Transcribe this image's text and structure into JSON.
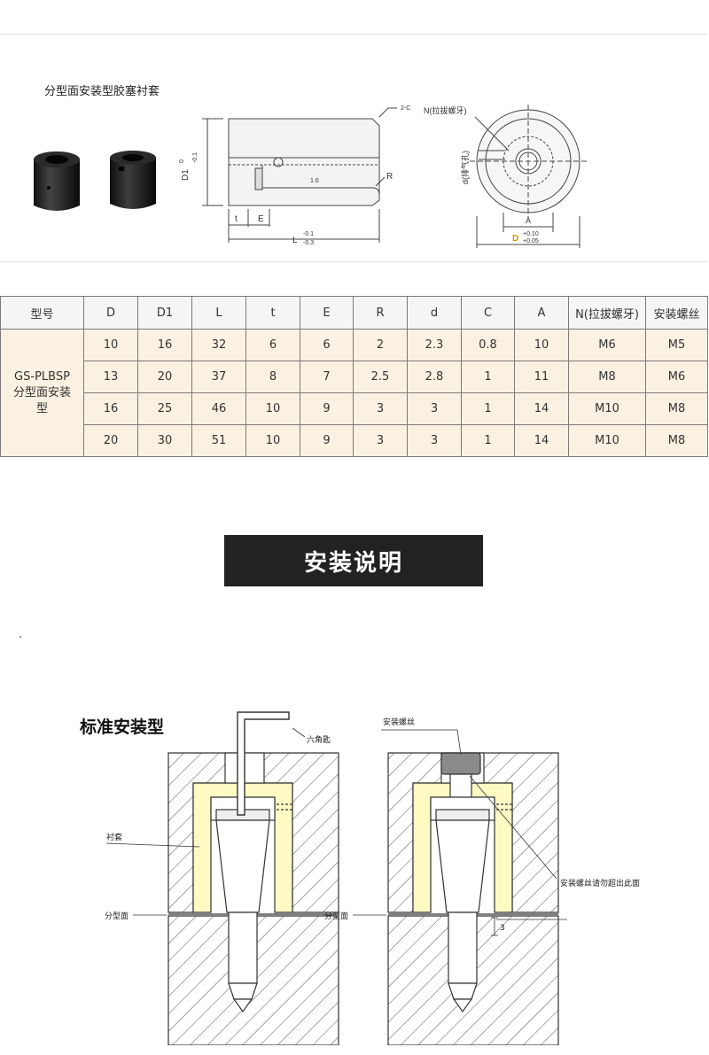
{
  "header": {
    "product_name": "分型面安装型胶塞衬套"
  },
  "drawing": {
    "chamfer": "2-C",
    "d1_tol_top": "0",
    "d1_tol_bot": "-0.1",
    "d1_label": "D1",
    "roughness": "1.6",
    "r_label": "R",
    "t_label": "t",
    "e_label": "E",
    "l_label": "L",
    "l_tol_top": "-0.1",
    "l_tol_bot": "-0.3",
    "n_label": "N(拉拔螺牙)",
    "d_label": "d(排气孔)",
    "a_label": "A",
    "big_d_label": "D",
    "d_tol_top": "+0.10",
    "d_tol_bot": "+0.05"
  },
  "table": {
    "headers": [
      "型号",
      "D",
      "D1",
      "L",
      "t",
      "E",
      "R",
      "d",
      "C",
      "A",
      "N(拉拔螺牙)",
      "安装螺丝"
    ],
    "model_lines": [
      "GS-PLBSP",
      "分型面安装",
      "型"
    ],
    "rows": [
      [
        "10",
        "16",
        "32",
        "6",
        "6",
        "2",
        "2.3",
        "0.8",
        "10",
        "M6",
        "M5"
      ],
      [
        "13",
        "20",
        "37",
        "8",
        "7",
        "2.5",
        "2.8",
        "1",
        "11",
        "M8",
        "M6"
      ],
      [
        "16",
        "25",
        "46",
        "10",
        "9",
        "3",
        "3",
        "1",
        "14",
        "M10",
        "M8"
      ],
      [
        "20",
        "30",
        "51",
        "10",
        "9",
        "3",
        "3",
        "1",
        "14",
        "M10",
        "M8"
      ]
    ]
  },
  "banner": {
    "text": "安装说明"
  },
  "install": {
    "title": "标准安装型",
    "hex_key": "六角匙",
    "bushing": "衬套",
    "parting_left": "分型面",
    "parting_right": "分型面",
    "install_screw": "安装螺丝",
    "warning": "安装螺丝请勿超出此面",
    "dim_value": "3"
  },
  "colors": {
    "bushing_fill": "#fdfac4",
    "table_body": "#fbf1e2",
    "banner_bg": "#222222",
    "accent_orange": "#e58a00"
  }
}
